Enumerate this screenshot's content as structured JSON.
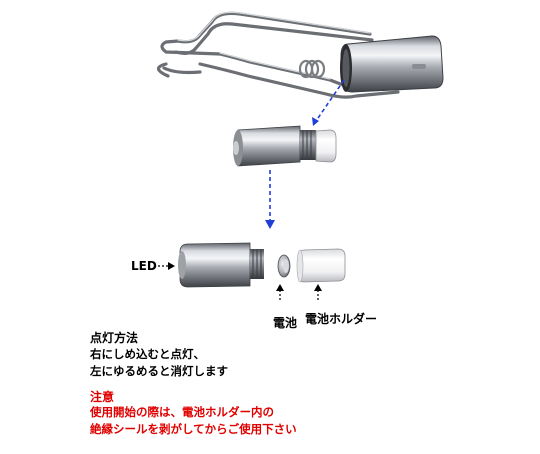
{
  "labels": {
    "led": "LED",
    "battery": "電池",
    "battery_holder": "電池ホルダー"
  },
  "instructions": {
    "heading": "点灯方法",
    "line1": "右にしめ込むと点灯、",
    "line2": "左にゆるめると消灯します"
  },
  "caution": {
    "heading": "注意",
    "line1": "使用開始の際は、電池ホルダー内の",
    "line2": "絶縁シールを剥がしてからご使用下さい"
  },
  "colors": {
    "caution_text": "#e00000",
    "arrow_blue": "#1f3fd8",
    "text": "#000000"
  }
}
